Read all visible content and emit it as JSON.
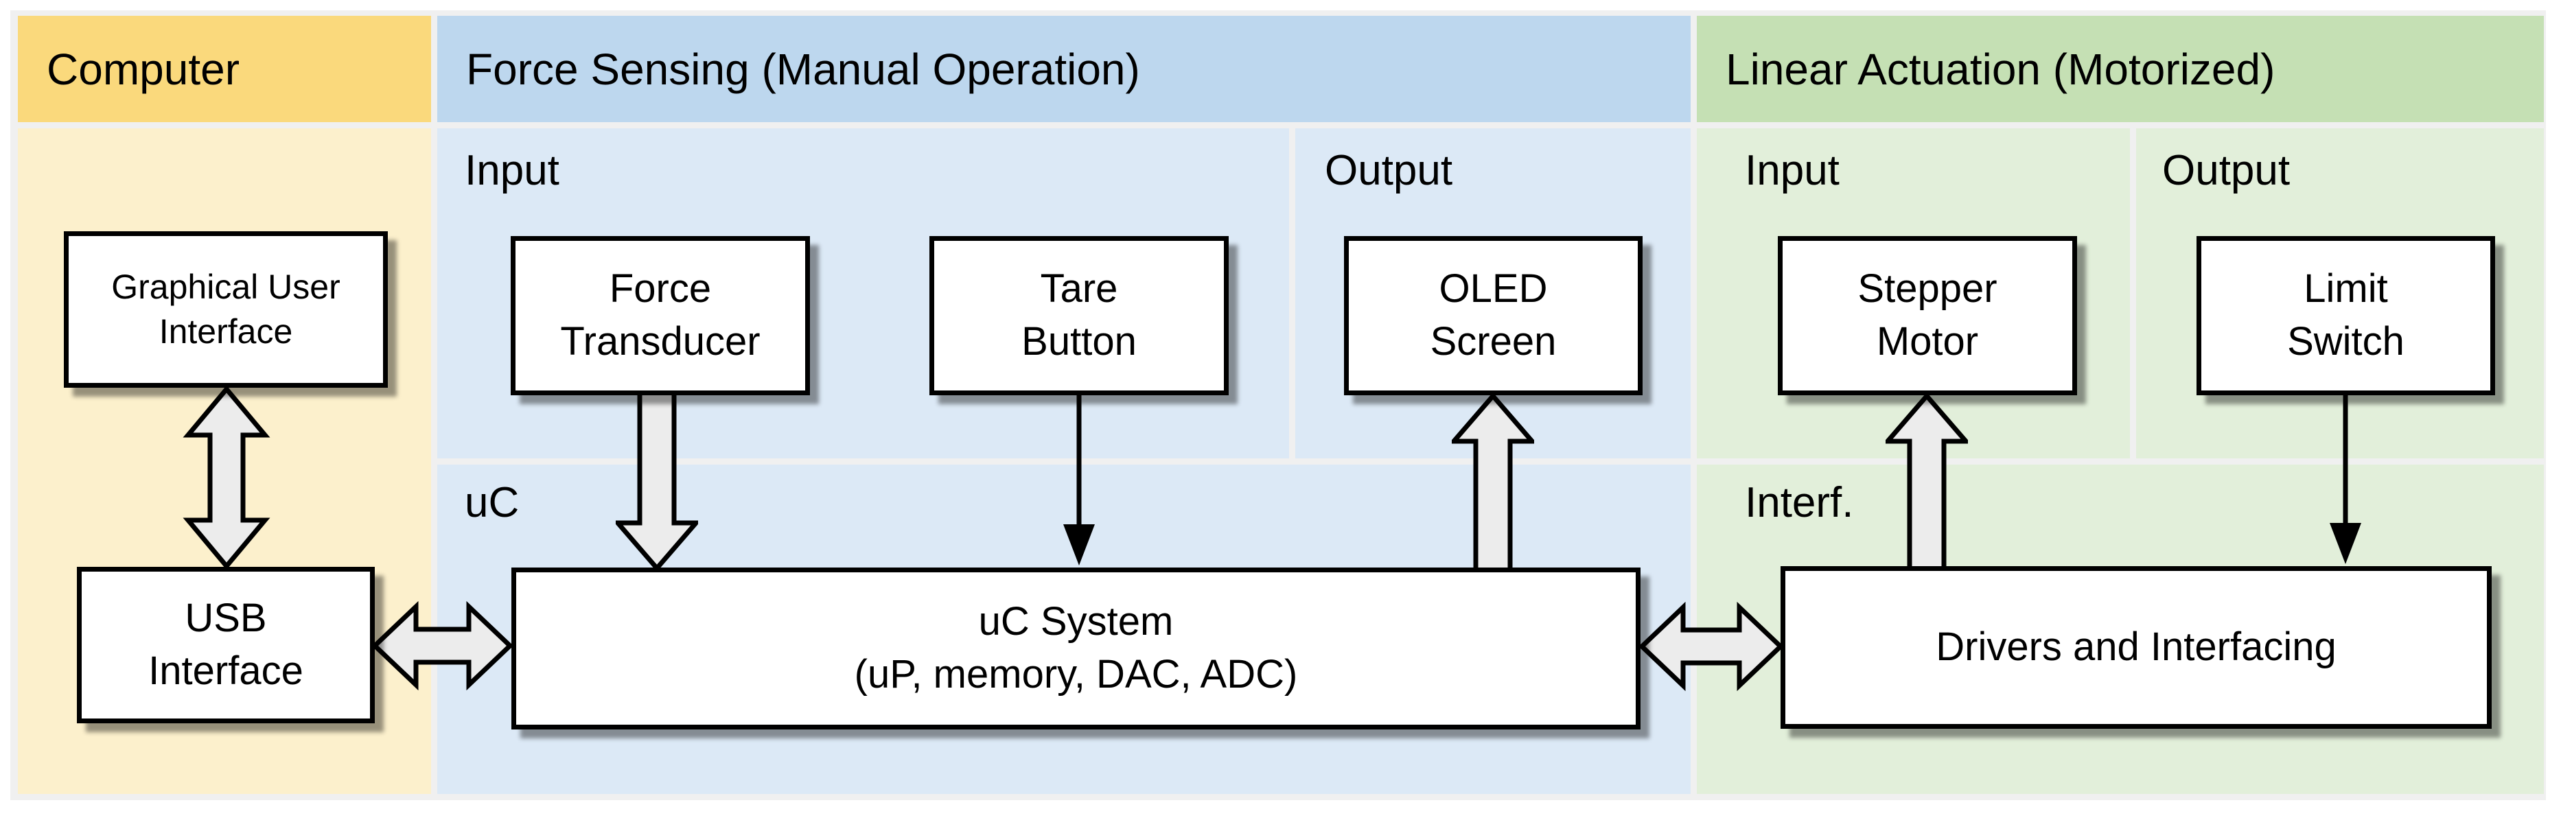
{
  "diagram": {
    "sections": {
      "computer": {
        "title": "Computer"
      },
      "force_sensing": {
        "title": "Force Sensing (Manual Operation)",
        "input_label": "Input",
        "output_label": "Output",
        "uc_label": "uC"
      },
      "linear_actuation": {
        "title": "Linear Actuation (Motorized)",
        "input_label": "Input",
        "output_label": "Output",
        "interf_label": "Interf."
      }
    },
    "blocks": {
      "gui": {
        "label": "Graphical User\nInterface"
      },
      "usb": {
        "label": "USB\nInterface"
      },
      "force_transducer": {
        "label": "Force\nTransducer"
      },
      "tare_button": {
        "label": "Tare\nButton"
      },
      "oled_screen": {
        "label": "OLED\nScreen"
      },
      "stepper_motor": {
        "label": "Stepper\nMotor"
      },
      "limit_switch": {
        "label": "Limit\nSwitch"
      },
      "uc_system": {
        "label": "uC System\n(uP, memory, DAC, ADC)"
      },
      "drivers": {
        "label": "Drivers and Interfacing"
      }
    },
    "colors": {
      "computer_header": "#FAD97C",
      "computer_body": "#FCF0CC",
      "force_header": "#BDD7EE",
      "force_body": "#DCE9F6",
      "linear_header": "#C5E0B4",
      "linear_body": "#E2EFDA",
      "frame_background": "#F0F0F0",
      "box_fill": "#FFFFFF",
      "box_border": "#000000",
      "arrow_fill": "#ECECEC",
      "arrow_outline": "#000000"
    }
  }
}
